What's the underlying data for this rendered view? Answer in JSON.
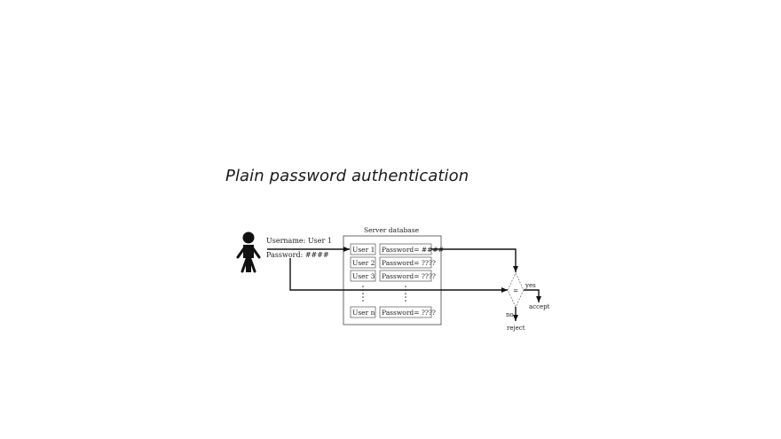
{
  "title": "Plain password authentication",
  "diagram": {
    "user": {
      "username_line": "Username: User 1",
      "password_line": "Password: ####"
    },
    "database": {
      "label": "Server database",
      "rows": [
        {
          "user": "User 1",
          "password": "Password= ####"
        },
        {
          "user": "User 2",
          "password": "Password= ????"
        },
        {
          "user": "User 3",
          "password": "Password= ????"
        },
        {
          "user": "User n",
          "password": "Password= ????"
        }
      ]
    },
    "decision": {
      "symbol": "=",
      "yes_label": "yes",
      "no_label": "no",
      "accept_label": "accept",
      "reject_label": "reject"
    }
  }
}
